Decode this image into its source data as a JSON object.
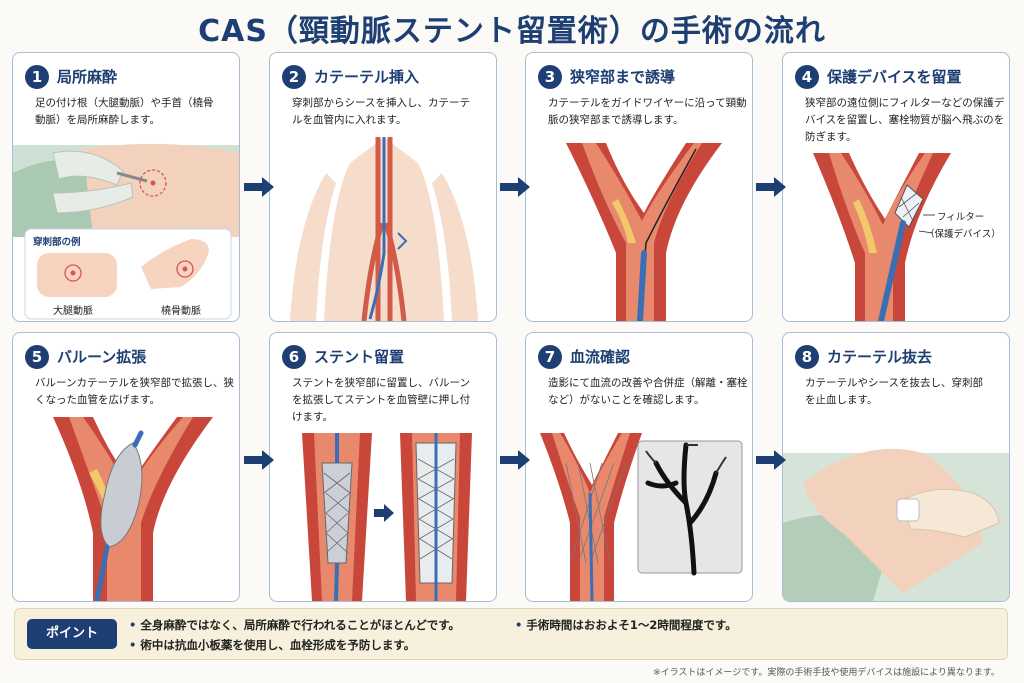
{
  "title": "CAS（頸動脈ステント留置術）の手術の流れ",
  "steps": [
    {
      "num": "1",
      "title": "局所麻酔",
      "desc": "足の付け根（大腿動脈）や手首（橈骨動脈）を局所麻酔します。",
      "inset_title": "穿刺部の例",
      "inset_labels": [
        "大腿動脈",
        "橈骨動脈"
      ]
    },
    {
      "num": "2",
      "title": "カテーテル挿入",
      "desc": "穿刺部からシースを挿入し、カテーテルを血管内に入れます。"
    },
    {
      "num": "3",
      "title": "狭窄部まで誘導",
      "desc": "カテーテルをガイドワイヤーに沿って頸動脈の狭窄部まで誘導します。"
    },
    {
      "num": "4",
      "title": "保護デバイスを留置",
      "desc": "狭窄部の遠位側にフィルターなどの保護デバイスを留置し、塞栓物質が脳へ飛ぶのを防ぎます。",
      "callout_line1": "フィルター",
      "callout_line2": "（保護デバイス）"
    },
    {
      "num": "5",
      "title": "バルーン拡張",
      "desc": "バルーンカテーテルを狭窄部で拡張し、狭くなった血管を広げます。"
    },
    {
      "num": "6",
      "title": "ステント留置",
      "desc": "ステントを狭窄部に留置し、バルーンを拡張してステントを血管壁に押し付けます。"
    },
    {
      "num": "7",
      "title": "血流確認",
      "desc": "造影にて血流の改善や合併症（解離・塞栓など）がないことを確認します。"
    },
    {
      "num": "8",
      "title": "カテーテル抜去",
      "desc": "カテーテルやシースを抜去し、穿刺部を止血します。"
    }
  ],
  "point": {
    "label": "ポイント",
    "items": [
      "全身麻酔ではなく、局所麻酔で行われることがほとんどです。",
      "術中は抗血小板薬を使用し、血栓形成を予防します。",
      "手術時間はおおよそ1〜2時間程度です。"
    ],
    "bullet": "•"
  },
  "footnote": "※イラストはイメージです。実際の手術手技や使用デバイスは施設により異なります。",
  "colors": {
    "primary": "#1e3f73",
    "artery": "#c9463a",
    "artery_light": "#e8896e",
    "plaque": "#f2c96a",
    "catheter": "#3b6fb5",
    "card_border": "#a9bdd8",
    "point_bg": "#f6f0dc"
  }
}
